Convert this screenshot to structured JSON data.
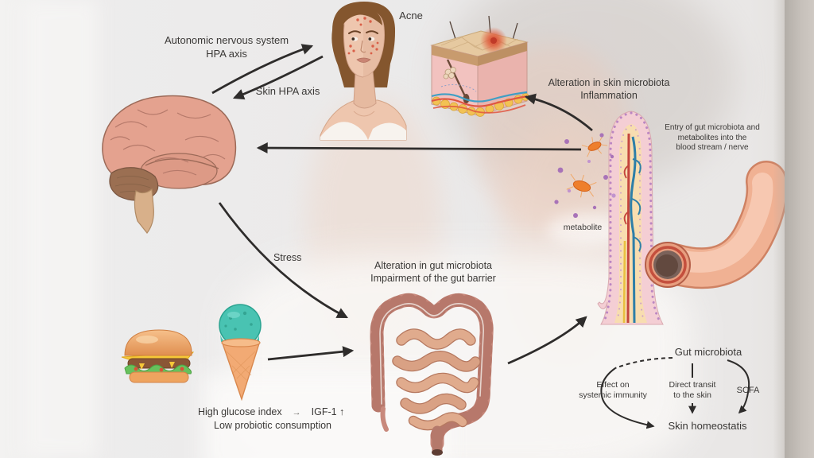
{
  "title": "Gut-brain-skin axis diagram",
  "labels": {
    "acne": "Acne",
    "ans_line1": "Autonomic nervous system",
    "ans_line2": "HPA axis",
    "skin_hpa": "Skin HPA axis",
    "alt_skin_line1": "Alteration in skin microbiota",
    "alt_skin_line2": "Inflammation",
    "entry_line1": "Entry of gut microbiota and",
    "entry_line2": "metabolites into the",
    "entry_line3": "blood stream / nerve",
    "metabolite": "metabolite",
    "stress": "Stress",
    "alt_gut_line1": "Alteration in gut microbiota",
    "alt_gut_line2": "Impairment of the gut barrier",
    "high_glucose": "High glucose index",
    "igf_connector": "→",
    "igf": "IGF-1 ↑",
    "low_probiotic": "Low probiotic consumption",
    "gut_microbiota": "Gut microbiota",
    "effect_line1": "Effect on",
    "effect_line2": "systemic immunity",
    "direct_line1": "Direct transit",
    "direct_line2": "to the skin",
    "scfa": "SCFA",
    "skin_homeostasis": "Skin homeostatis"
  },
  "icons": {
    "brain-illustration": "side view human brain, salmon pink with brown cerebellum and brainstem",
    "acne-face-illustration": "woman face with red acne dots, brown hair, worried expression",
    "skin-cross-section-illustration": "3D skin cube with inflamed follicle, fat layer and vessels",
    "villus-illustration": "intestinal villus with epithelial cells and blood/lymph vessels",
    "blood-vessel-illustration": "curved blood vessel tube with open cross-section",
    "bacteria-icon": "orange rod bacteria with flagella",
    "metabolite-dots-icon": "small purple metabolite particles",
    "intestines-illustration": "large and small intestine",
    "burger-icon": "cheeseburger",
    "ice-cream-icon": "teal ice cream cone",
    "woman-photo-background": "faint photo of smiling woman with hands on cheeks"
  },
  "colors": {
    "arrow": "#2e2c2b",
    "text": "#3a3836",
    "inflammation_red": "#d84a34",
    "bacteria_orange": "#ea7c2c",
    "metabolite_purple": "#a873b8",
    "scoop_teal": "#49c3b2",
    "brain_pink": "#e4a28f",
    "colon_pink": "#c8897c",
    "right_band_gray": "#b3aea8"
  }
}
